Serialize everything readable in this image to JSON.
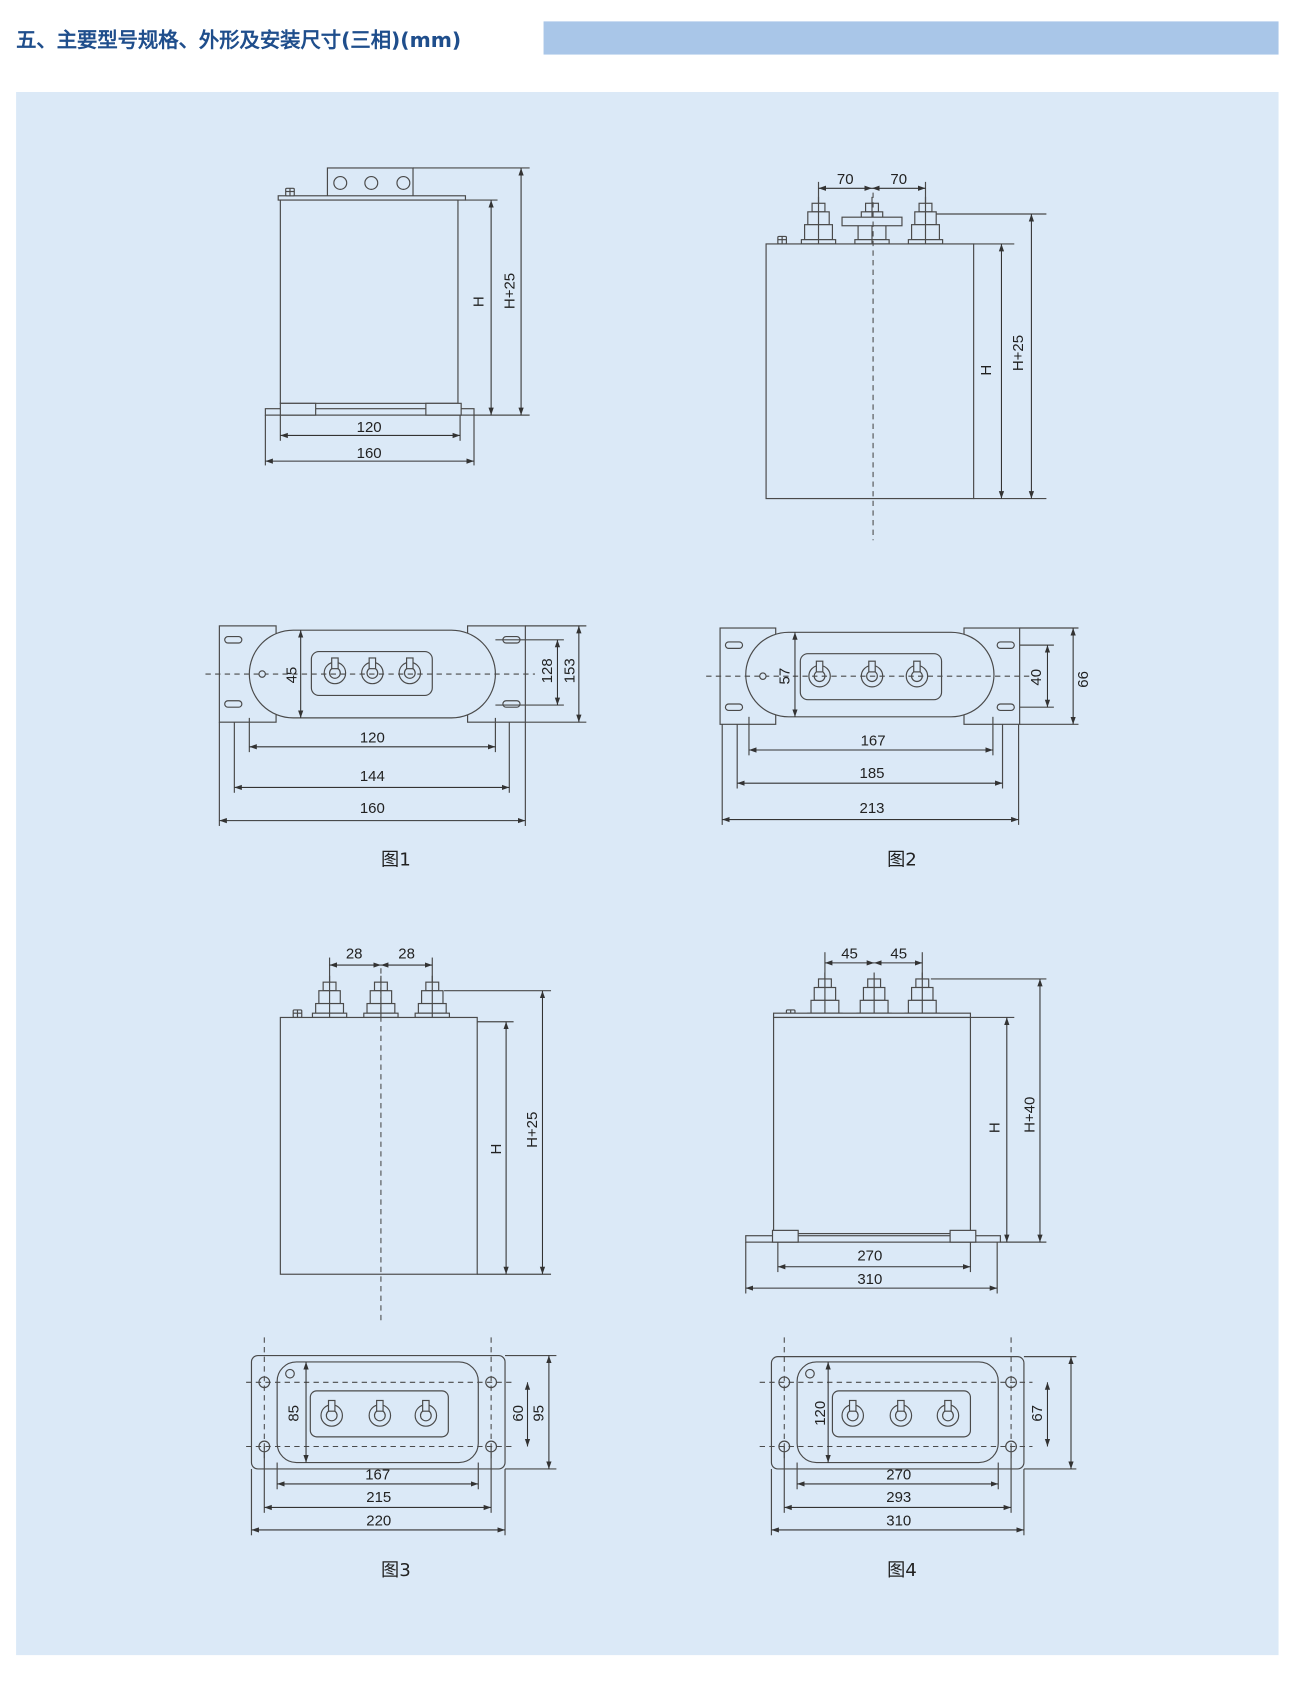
{
  "header": {
    "title": "五、主要型号规格、外形及安装尺寸(三相)(mm)",
    "bar_color": "#a9c6e8",
    "panel_color": "#dbe9f7",
    "title_color": "#1f4e8c"
  },
  "figures": [
    {
      "caption": "图1",
      "side": {
        "h": "H",
        "h_total": "H+25",
        "w_inner": "120",
        "w_outer": "160"
      },
      "top": {
        "d1": "45",
        "d2": "128",
        "d3": "153",
        "w1": "120",
        "w2": "144",
        "w3": "160"
      }
    },
    {
      "caption": "图2",
      "side": {
        "pitch1": "70",
        "pitch2": "70",
        "h": "H",
        "h_total": "H+25"
      },
      "top": {
        "d1": "57",
        "d2": "40",
        "d3": "66",
        "w1": "167",
        "w2": "185",
        "w3": "213"
      }
    },
    {
      "caption": "图3",
      "side": {
        "pitch1": "28",
        "pitch2": "28",
        "h": "H",
        "h_total": "H+25"
      },
      "top": {
        "d1": "85",
        "d2": "60",
        "d3": "95",
        "w1": "167",
        "w2": "215",
        "w3": "220"
      }
    },
    {
      "caption": "图4",
      "side": {
        "pitch1": "45",
        "pitch2": "45",
        "h": "H",
        "h_total": "H+40",
        "w_inner": "270",
        "w_outer": "310"
      },
      "top": {
        "d1": "120",
        "d2": "67",
        "w1": "270",
        "w2": "293",
        "w3": "310"
      }
    }
  ]
}
